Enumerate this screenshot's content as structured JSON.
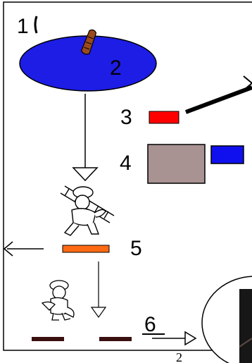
{
  "labels": {
    "l1": "1",
    "l2": "2",
    "l3": "3",
    "l4": "4",
    "l5": "5",
    "l6": "6"
  },
  "page_number": "2",
  "colors": {
    "lake": "#1d1de6",
    "red_block": "#ff0000",
    "taupe_block": "#a89392",
    "blue_block": "#1010ee",
    "orange_bar": "#ff6a13",
    "dark_bars": "#3a0f0f"
  },
  "icons": {
    "boat": "boat-icon",
    "firefighter_ladder": "firefighter-with-ladder-icon",
    "firefighter_hose": "firefighter-with-hose-icon"
  }
}
